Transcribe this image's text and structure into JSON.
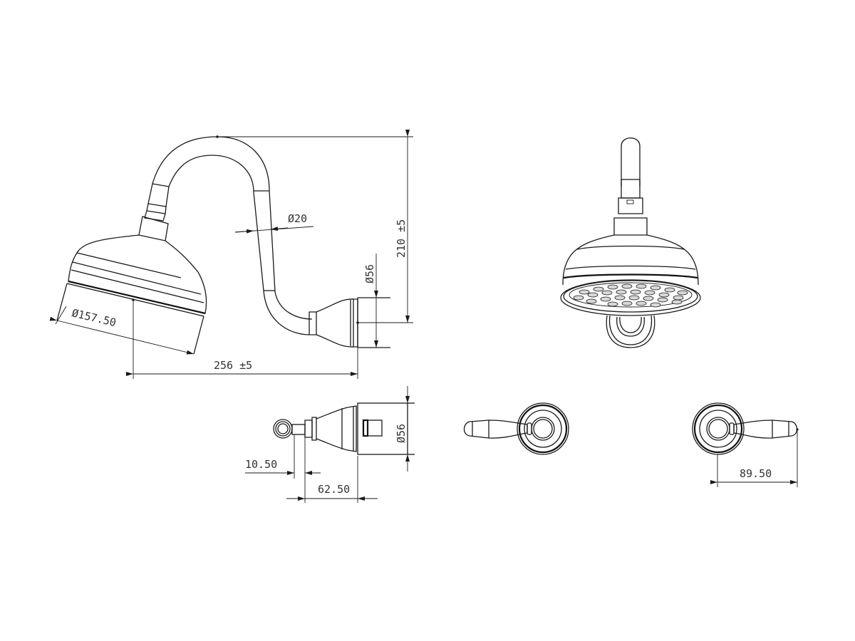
{
  "drawing": {
    "title": "Shower arm with rose and wall taps - dimensioned technical drawing",
    "colors": {
      "line": "#1a1a1a",
      "text": "#333333",
      "background": "#ffffff"
    },
    "views": [
      {
        "id": "shower-side-view",
        "label": "Side elevation of gooseneck shower arm and rose"
      },
      {
        "id": "shower-front-view",
        "label": "Front perspective of shower rose"
      },
      {
        "id": "tap-side-view",
        "label": "Side elevation of wall tap"
      },
      {
        "id": "tap-front-left",
        "label": "Front view of left lever tap"
      },
      {
        "id": "tap-front-right",
        "label": "Front view of right lever tap"
      }
    ],
    "dimensions": {
      "rose_diameter": "Ø157.50",
      "arm_diameter": "Ø20",
      "flange_diameter": "Ø56",
      "arm_height": "210 ±5",
      "arm_projection": "256 ±5",
      "tap_flange_diameter": "Ø56",
      "tap_spindle": "10.50",
      "tap_projection": "62.50",
      "lever_length": "89.50"
    }
  }
}
